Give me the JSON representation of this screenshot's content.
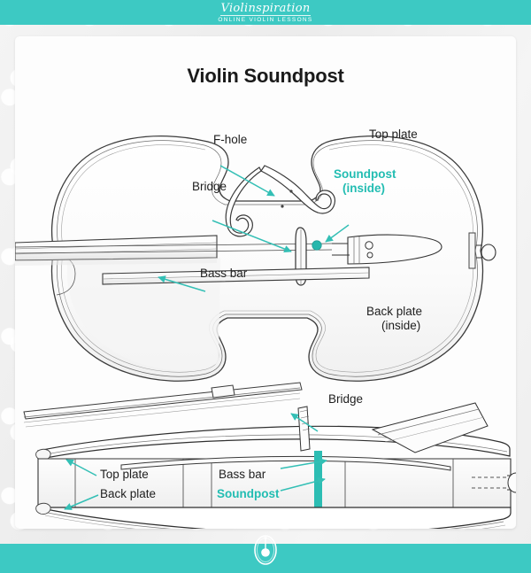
{
  "brand": {
    "name": "Violinspiration",
    "tagline": "Online Violin Lessons",
    "teal": "#3dc9c3",
    "label_teal": "#22bdb2",
    "footer_icon": "violin-icon"
  },
  "card": {
    "title": "Violin Soundpost"
  },
  "top_view": {
    "labels": [
      {
        "id": "f-hole",
        "text": "F-hole",
        "color": "dark"
      },
      {
        "id": "bridge",
        "text": "Bridge",
        "color": "dark"
      },
      {
        "id": "top-plate",
        "text": "Top plate",
        "color": "dark"
      },
      {
        "id": "soundpost",
        "text": "Soundpost",
        "color": "teal"
      },
      {
        "id": "soundpost-inside",
        "text": "(inside)",
        "color": "teal"
      },
      {
        "id": "bass-bar",
        "text": "Bass bar",
        "color": "dark"
      },
      {
        "id": "back-plate",
        "text": "Back plate",
        "color": "dark"
      },
      {
        "id": "back-plate-inside",
        "text": "(inside)",
        "color": "dark"
      }
    ]
  },
  "side_view": {
    "labels": [
      {
        "id": "bridge",
        "text": "Bridge",
        "color": "dark"
      },
      {
        "id": "top-plate",
        "text": "Top plate",
        "color": "dark"
      },
      {
        "id": "back-plate",
        "text": "Back plate",
        "color": "dark"
      },
      {
        "id": "bass-bar",
        "text": "Bass bar",
        "color": "dark"
      },
      {
        "id": "soundpost",
        "text": "Soundpost",
        "color": "teal"
      }
    ]
  }
}
